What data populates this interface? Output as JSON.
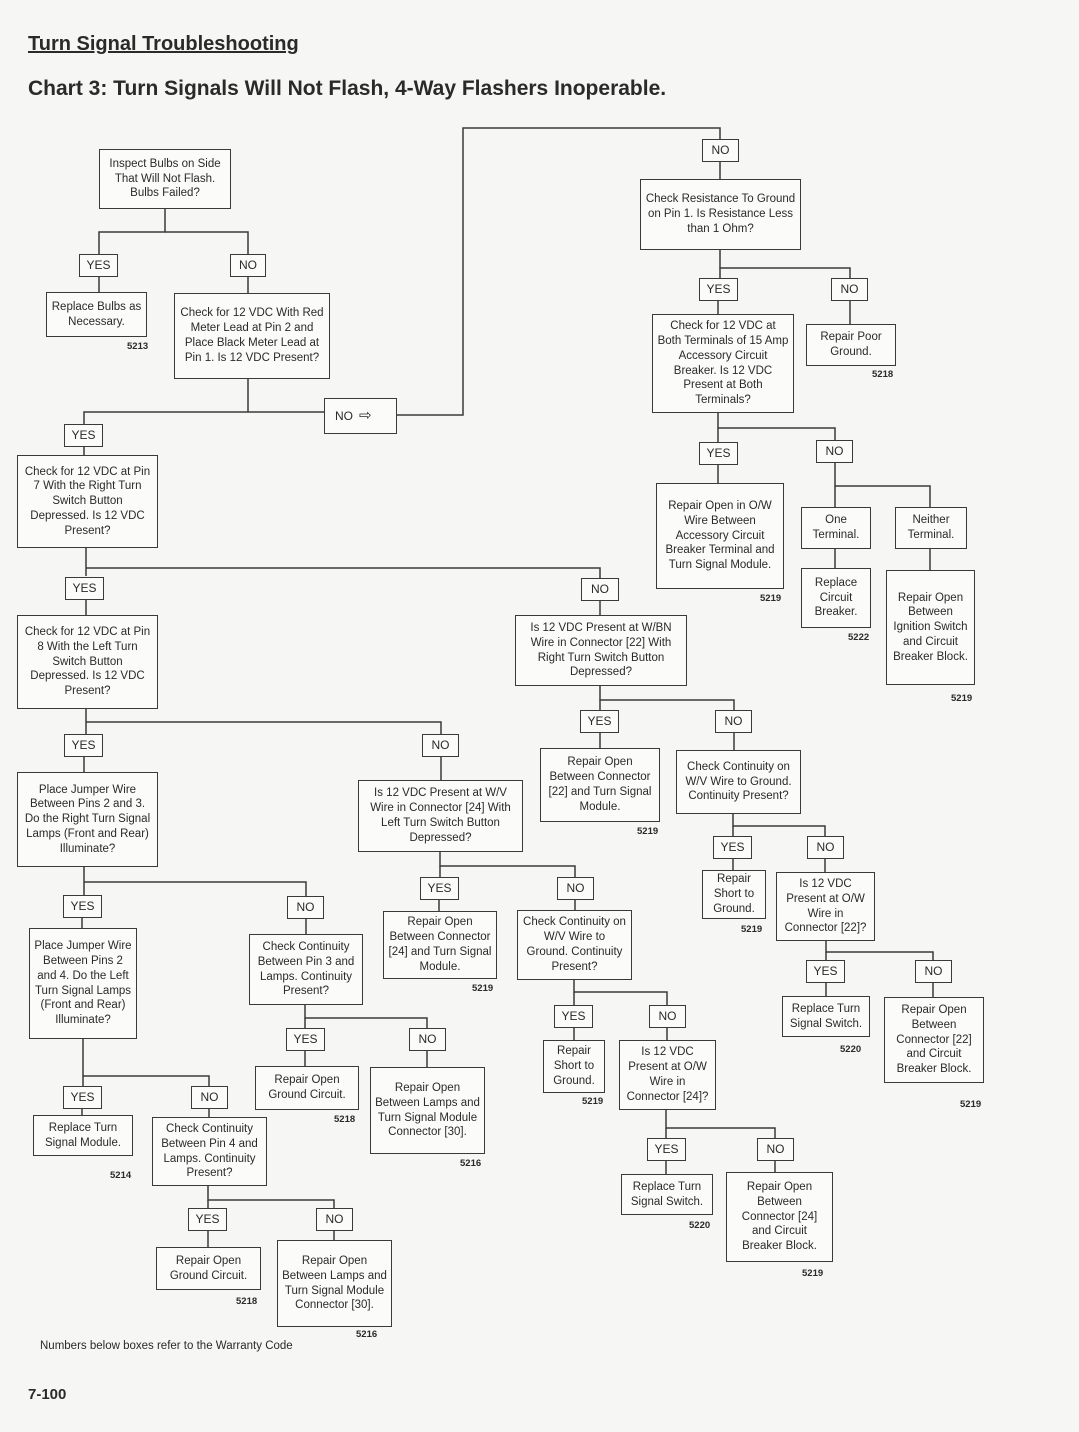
{
  "title": "Turn Signal Troubleshooting",
  "subtitle": "Chart 3: Turn Signals Will Not Flash, 4-Way Flashers Inoperable.",
  "labels": {
    "yes": "YES",
    "no": "NO"
  },
  "boxes": {
    "inspect_bulbs": "Inspect Bulbs on Side That Will Not Flash. Bulbs Failed?",
    "replace_bulbs": "Replace Bulbs as Necessary.",
    "check_12vdc_pin2": "Check for 12 VDC With Red Meter Lead at Pin 2 and Place Black Meter Lead at Pin 1. Is 12 VDC Present?",
    "check_pin7": "Check for 12 VDC at Pin 7 With the Right Turn Switch Button Depressed. Is 12 VDC Present?",
    "check_pin8": "Check for 12 VDC at Pin 8 With the Left Turn Switch Button Depressed. Is 12 VDC Present?",
    "jumper_right": "Place Jumper Wire Between Pins 2 and 3. Do the Right Turn Signal Lamps (Front and Rear) Illuminate?",
    "jumper_left": "Place Jumper Wire Between Pins 2 and 4. Do the Left Turn Signal Lamps (Front and Rear) Illuminate?",
    "replace_module": "Replace Turn Signal Module.",
    "cont_pin4": "Check Continuity Between Pin 4 and Lamps. Continuity Present?",
    "repair_ground_1": "Repair Open Ground Circuit.",
    "repair_lamps_30_1": "Repair Open Between Lamps and Turn Signal Module Connector [30].",
    "cont_pin3": "Check Continuity Between Pin 3 and Lamps. Continuity Present?",
    "repair_ground_2": "Repair Open Ground Circuit.",
    "repair_lamps_30_2": "Repair Open Between Lamps and Turn Signal Module Connector [30].",
    "wv_conn24": "Is 12 VDC Present at W/V Wire in Connector [24] With Left Turn Switch Button Depressed?",
    "repair_conn24_module": "Repair Open Between Connector [24] and Turn Signal Module.",
    "cont_wv_1": "Check Continuity on W/V Wire to Ground. Continuity Present?",
    "repair_short_1": "Repair Short to Ground.",
    "ow_conn24": "Is 12 VDC Present at O/W Wire in Connector [24]?",
    "replace_switch_1": "Replace Turn Signal Switch.",
    "repair_conn24_cb": "Repair Open Between Connector [24] and Circuit Breaker Block.",
    "wbn_conn22": "Is 12 VDC Present at W/BN Wire in Connector [22] With Right Turn Switch Button Depressed?",
    "repair_conn22_module": "Repair Open Between Connector [22] and Turn Signal Module.",
    "cont_wv_2": "Check Continuity on W/V Wire to Ground. Continuity Present?",
    "repair_short_2": "Repair Short to Ground.",
    "ow_conn22": "Is 12 VDC Present at O/W Wire in Connector [22]?",
    "replace_switch_2": "Replace Turn Signal Switch.",
    "repair_conn22_cb": "Repair Open Between Connector [22] and Circuit Breaker Block.",
    "check_resistance": "Check Resistance To Ground on Pin 1. Is Resistance Less than 1 Ohm?",
    "check_cb_terminals": "Check for 12 VDC at Both Terminals of 15 Amp Accessory Circuit Breaker. Is 12 VDC Present at Both Terminals?",
    "repair_poor_ground": "Repair Poor Ground.",
    "repair_ow_wire": "Repair Open in O/W Wire Between Accessory Circuit Breaker Terminal and Turn Signal Module.",
    "one_terminal": "One Terminal.",
    "neither_terminal": "Neither Terminal.",
    "replace_cb": "Replace Circuit Breaker.",
    "repair_ignition": "Repair Open Between Ignition Switch and Circuit Breaker Block."
  },
  "codes": {
    "c_replace_bulbs": "5213",
    "c_replace_module": "5214",
    "c_repair_ground_1": "5218",
    "c_repair_lamps_30_1": "5216",
    "c_repair_ground_2": "5218",
    "c_repair_lamps_30_2": "5216",
    "c_repair_conn24_module": "5219",
    "c_repair_short_1": "5219",
    "c_replace_switch_1": "5220",
    "c_repair_conn24_cb": "5219",
    "c_repair_conn22_module": "5219",
    "c_repair_short_2": "5219",
    "c_replace_switch_2": "5220",
    "c_repair_conn22_cb": "5219",
    "c_repair_poor_ground": "5218",
    "c_repair_ow_wire": "5219",
    "c_replace_cb": "5222",
    "c_repair_ignition": "5219"
  },
  "footnote": "Numbers below boxes refer to the Warranty Code",
  "page_number": "7-100"
}
